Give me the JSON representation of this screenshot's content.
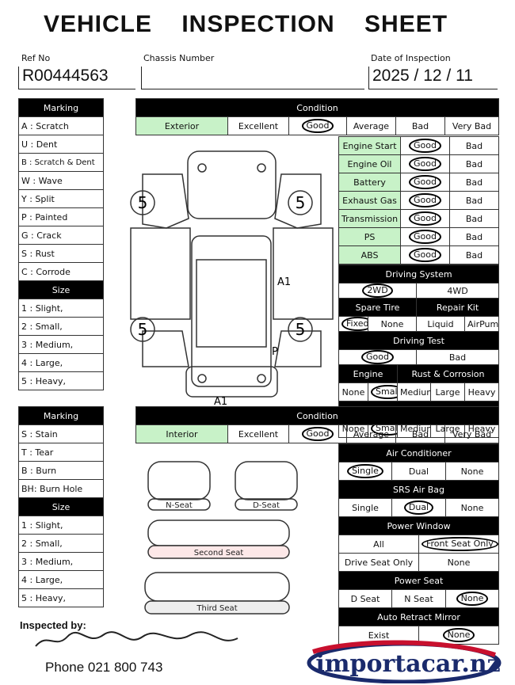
{
  "title": {
    "w1": "VEHICLE",
    "w2": "INSPECTION",
    "w3": "SHEET"
  },
  "header": {
    "ref_label": "Ref No",
    "ref_value": "R00444563",
    "chassis_label": "Chassis Number",
    "chassis_value": "",
    "date_label": "Date of Inspection",
    "date_value": "2025 / 12 / 11"
  },
  "ext_marking": {
    "title": "Marking",
    "items": [
      "A  : Scratch",
      "U  : Dent",
      "B  : Scratch & Dent",
      "W  : Wave",
      "Y  : Split",
      "P  : Painted",
      "G  : Crack",
      "S  : Rust",
      "C  : Corrode"
    ],
    "size_title": "Size",
    "sizes": [
      "1  : Slight,",
      "2  : Small,",
      "3  : Medium,",
      "4  : Large,",
      "5  : Heavy,"
    ]
  },
  "ext_condition": {
    "title": "Condition",
    "row": [
      "Exterior",
      "Excellent",
      "Good",
      "Average",
      "Bad",
      "Very Bad"
    ],
    "checks": [
      {
        "label": "Engine Start",
        "good": "Good",
        "bad": "Bad"
      },
      {
        "label": "Engine Oil",
        "good": "Good",
        "bad": "Bad"
      },
      {
        "label": "Battery",
        "good": "Good",
        "bad": "Bad"
      },
      {
        "label": "Exhaust Gas",
        "good": "Good",
        "bad": "Bad"
      },
      {
        "label": "Transmission",
        "good": "Good",
        "bad": "Bad"
      },
      {
        "label": "PS",
        "good": "Good",
        "bad": "Bad"
      },
      {
        "label": "ABS",
        "good": "Good",
        "bad": "Bad"
      }
    ],
    "driving_system": {
      "title": "Driving System",
      "a": "2WD",
      "b": "4WD"
    },
    "spare": {
      "title": "Spare Tire",
      "kit_title": "Repair Kit",
      "a": "Fixed",
      "b": "None",
      "c": "Liquid",
      "d": "AirPump"
    },
    "driving_test": {
      "title": "Driving Test",
      "a": "Good",
      "b": "Bad"
    },
    "engine_rust": {
      "t1": "Engine",
      "t2": "Rust & Corrosion",
      "opts": [
        "None",
        "Small",
        "Medium",
        "Large",
        "Heavy"
      ]
    },
    "under_body": {
      "title": "Under Body Rust & Corrosion",
      "opts": [
        "None",
        "Small",
        "Medium",
        "Large",
        "Heavy"
      ]
    }
  },
  "diagram_marks": {
    "n1": "5",
    "n2": "5",
    "n3": "5",
    "n4": "5",
    "a1": "A1",
    "a2": "A1",
    "p": "P"
  },
  "int_marking": {
    "title": "Marking",
    "items": [
      "S  : Stain",
      "T  : Tear",
      "B  : Burn",
      "BH: Burn Hole"
    ],
    "size_title": "Size",
    "sizes": [
      "1  : Slight,",
      "2  : Small,",
      "3  : Medium,",
      "4  : Large,",
      "5  : Heavy,"
    ]
  },
  "int_condition": {
    "title": "Condition",
    "row": [
      "Interior",
      "Excellent",
      "Good",
      "Average",
      "Bad",
      "Very Bad"
    ],
    "ac": {
      "title": "Air Conditioner",
      "opts": [
        "Single",
        "Dual",
        "None"
      ]
    },
    "srs": {
      "title": "SRS Air Bag",
      "opts": [
        "Single",
        "Dual",
        "None"
      ]
    },
    "pw": {
      "title": "Power Window",
      "a": "All",
      "b": "Front Seat Only",
      "c": "Drive Seat Only",
      "d": "None"
    },
    "ps": {
      "title": "Power Seat",
      "opts": [
        "D Seat",
        "N Seat",
        "None"
      ]
    },
    "arm": {
      "title": "Auto Retract Mirror",
      "a": "Exist",
      "b": "None"
    },
    "seats": {
      "n": "N-Seat",
      "d": "D-Seat",
      "second": "Second  Seat",
      "third": "Third   Seat"
    }
  },
  "footer": {
    "inspected": "Inspected by:",
    "phone": "Phone  021 800 743",
    "brand": "importacar.nz"
  }
}
